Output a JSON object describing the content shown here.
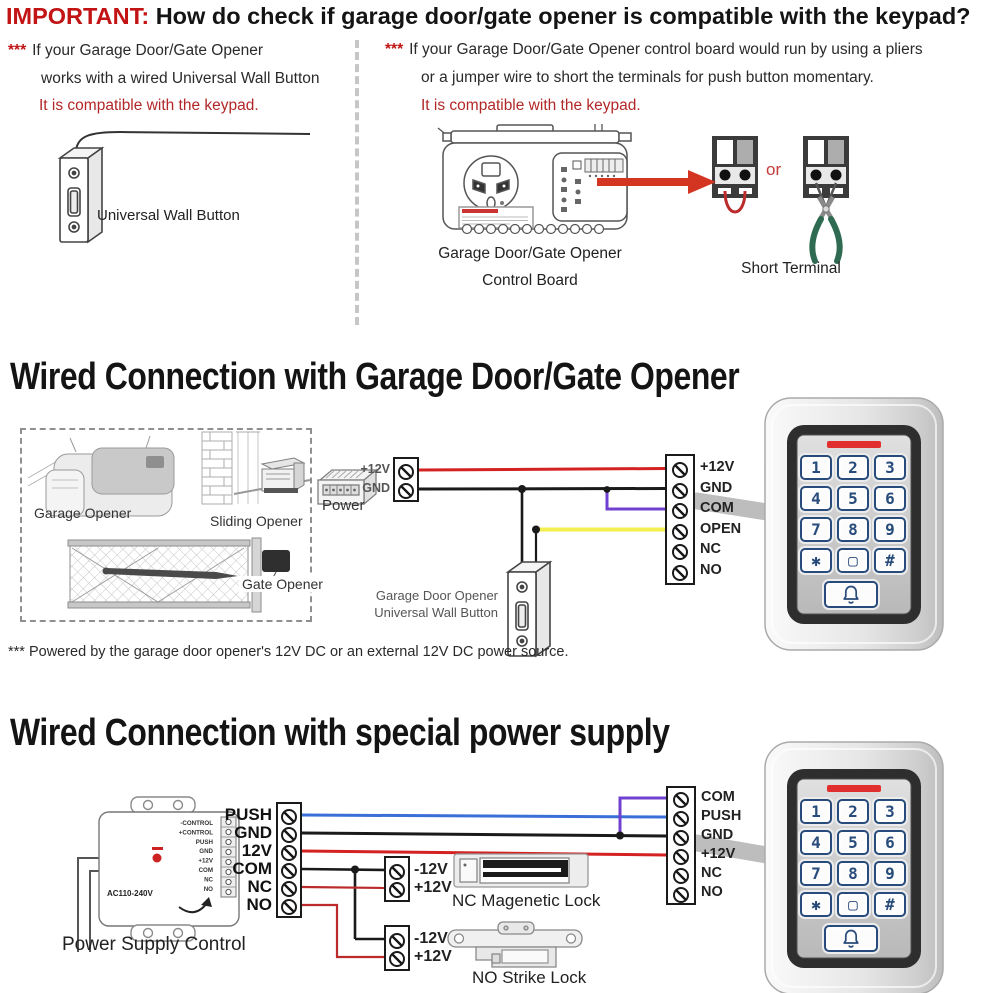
{
  "title": {
    "prefix": "IMPORTANT:",
    "text": "How do check if garage door/gate opener is compatible with the keypad?"
  },
  "intro_left": {
    "stars": "***",
    "line1": "If your Garage Door/Gate Opener",
    "line2": "works with a wired Universal Wall Button",
    "result": "It is compatible with the keypad.",
    "button_label": "Universal Wall Button"
  },
  "intro_right": {
    "stars": "***",
    "line1": "If your Garage Door/Gate Opener control board would run by using a pliers",
    "line2": "or a jumper wire to short the terminals for push button momentary.",
    "result": "It is compatible with the keypad.",
    "board_label_1": "Garage Door/Gate Opener",
    "board_label_2": "Control Board",
    "or_text": "or",
    "terminal_label": "Short Terminal"
  },
  "garage_section": {
    "heading": "Wired Connection with Garage Door/Gate Opener",
    "opener_labels": {
      "garage": "Garage Opener",
      "sliding": "Sliding Opener",
      "gate": "Gate Opener"
    },
    "power_label": "Power",
    "power_block": [
      "+12V",
      "GND"
    ],
    "keypad_block": [
      "+12V",
      "GND",
      "COM",
      "OPEN",
      "NC",
      "NO"
    ],
    "wall_button_label_1": "Garage Door Opener",
    "wall_button_label_2": "Universal Wall Button",
    "footnote": "*** Powered by the garage door opener's 12V DC or an external 12V DC power source."
  },
  "psu_section": {
    "heading": "Wired Connection with special power supply",
    "psu_label": "Power Supply Control",
    "psu_voltage": "AC110-240V",
    "psu_pins": [
      "-CONTROL",
      "+CONTROL",
      "PUSH",
      "GND",
      "+12V",
      "COM",
      "NC",
      "NO"
    ],
    "left_block": [
      "PUSH",
      "GND",
      "12V",
      "COM",
      "NC",
      "NO"
    ],
    "keypad_block": [
      "COM",
      "PUSH",
      "GND",
      "+12V",
      "NC",
      "NO"
    ],
    "maglock_block": [
      "-12V",
      "+12V"
    ],
    "maglock_label": "NC Magenetic Lock",
    "strike_block": [
      "-12V",
      "+12V"
    ],
    "strike_label": "NO Strike Lock"
  },
  "keypad": {
    "keys": [
      "1",
      "2",
      "3",
      "4",
      "5",
      "6",
      "7",
      "8",
      "9",
      "✱",
      "▢",
      "#"
    ]
  },
  "colors": {
    "title_red": "#c21414",
    "note_red": "#b22727",
    "arrow_red": "#d43522",
    "wire_red": "#d42222",
    "wire_black": "#1a1a1a",
    "wire_purple": "#7040d0",
    "wire_blue": "#3a6fd8",
    "wire_yellow": "#f2ef4e",
    "wire_darkred": "#bb2b2b",
    "plier_green": "#2e6b52",
    "key_navy": "#274b7a",
    "led_red": "#e12f2f"
  }
}
